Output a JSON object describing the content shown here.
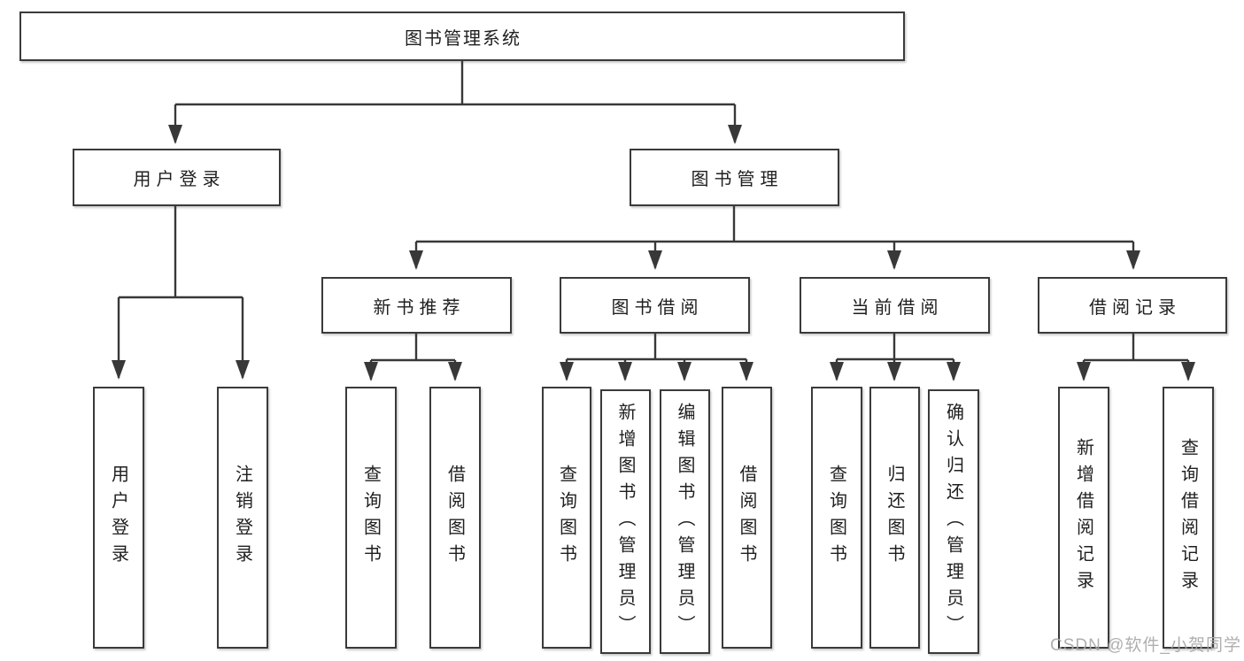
{
  "nodes": {
    "root": "图书管理系统",
    "user_login": "用户登录",
    "book_management": "图书管理",
    "new_book_recommend": "新书推荐",
    "book_borrow": "图书借阅",
    "current_borrow": "当前借阅",
    "borrow_records": "借阅记录",
    "login_leaf": "用户登录",
    "logout_leaf": "注销登录",
    "nbr_query_books": "查询图书",
    "nbr_borrow_books": "借阅图书",
    "bb_query_books": "查询图书",
    "bb_add_books": "新增图书（管理员）",
    "bb_edit_books": "编辑图书（管理员）",
    "bb_borrow_books": "借阅图书",
    "cb_query_books": "查询图书",
    "cb_return_books": "归还图书",
    "cb_confirm_return": "确认归还（管理员）",
    "br_add_record": "新增借阅记录",
    "br_query_record": "查询借阅记录"
  },
  "watermark": "CSDN @软件_小贺同学"
}
